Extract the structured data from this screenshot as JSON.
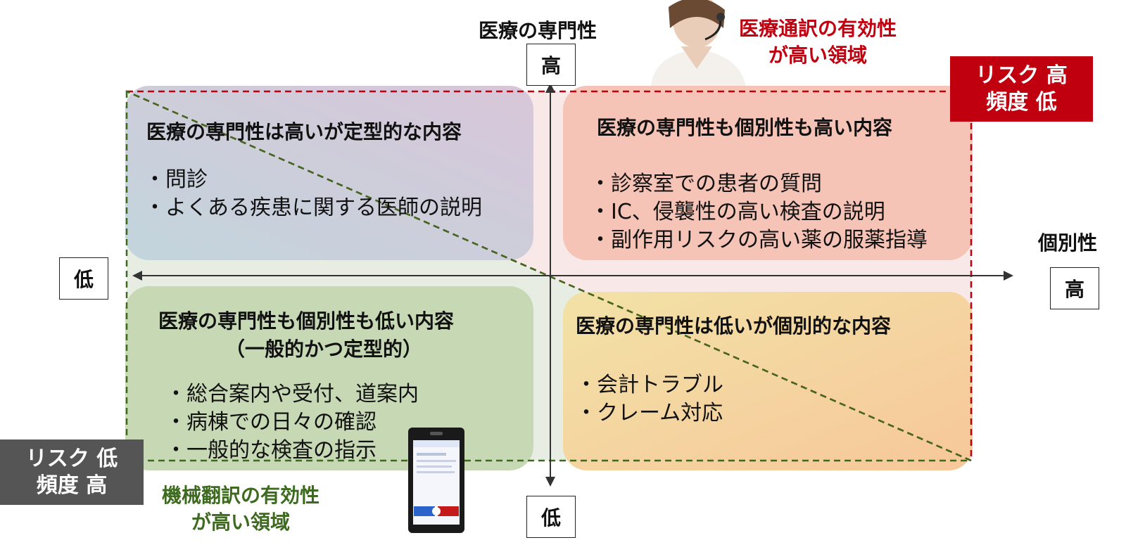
{
  "axis": {
    "y_title": "医療の専門性",
    "y_high": "高",
    "y_low": "低",
    "x_title": "個別性",
    "x_high": "高",
    "x_low": "低"
  },
  "quadrants": {
    "top_left": {
      "title": "医療の専門性は高いが定型的な内容",
      "items": [
        "・問診",
        "・よくある疾患に関する医師の説明"
      ]
    },
    "top_right": {
      "title": "医療の専門性も個別性も高い内容",
      "items": [
        "・診察室での患者の質問",
        "・IC、侵襲性の高い検査の説明",
        "・副作用リスクの高い薬の服薬指導"
      ]
    },
    "bottom_left": {
      "title": "医療の専門性も個別性も低い内容",
      "subtitle": "（一般的かつ定型的）",
      "items": [
        "・総合案内や受付、道案内",
        "・病棟での日々の確認",
        "・一般的な検査の指示"
      ]
    },
    "bottom_right": {
      "title": "医療の専門性は低いが個別的な内容",
      "items": [
        "・会計トラブル",
        "・クレーム対応"
      ]
    }
  },
  "regions": {
    "interpreter": {
      "line1": "医療通訳の有効性",
      "line2": "が高い領域"
    },
    "machine": {
      "line1": "機械翻訳の有効性",
      "line2": "が高い領域"
    }
  },
  "banners": {
    "high_risk": {
      "line1": "リスク 高",
      "line2": "頻度 低"
    },
    "low_risk": {
      "line1": "リスク 低",
      "line2": "頻度 高"
    }
  },
  "colors": {
    "red_accent": "#c0000f",
    "green_accent": "#3d6a1f",
    "banner_gray": "#555555",
    "quad_top_left": "#cfc3d8",
    "quad_top_right": "#f5c4b6",
    "quad_bottom_left": "#c7d8b4",
    "quad_bottom_right": "#f7d2a0"
  }
}
